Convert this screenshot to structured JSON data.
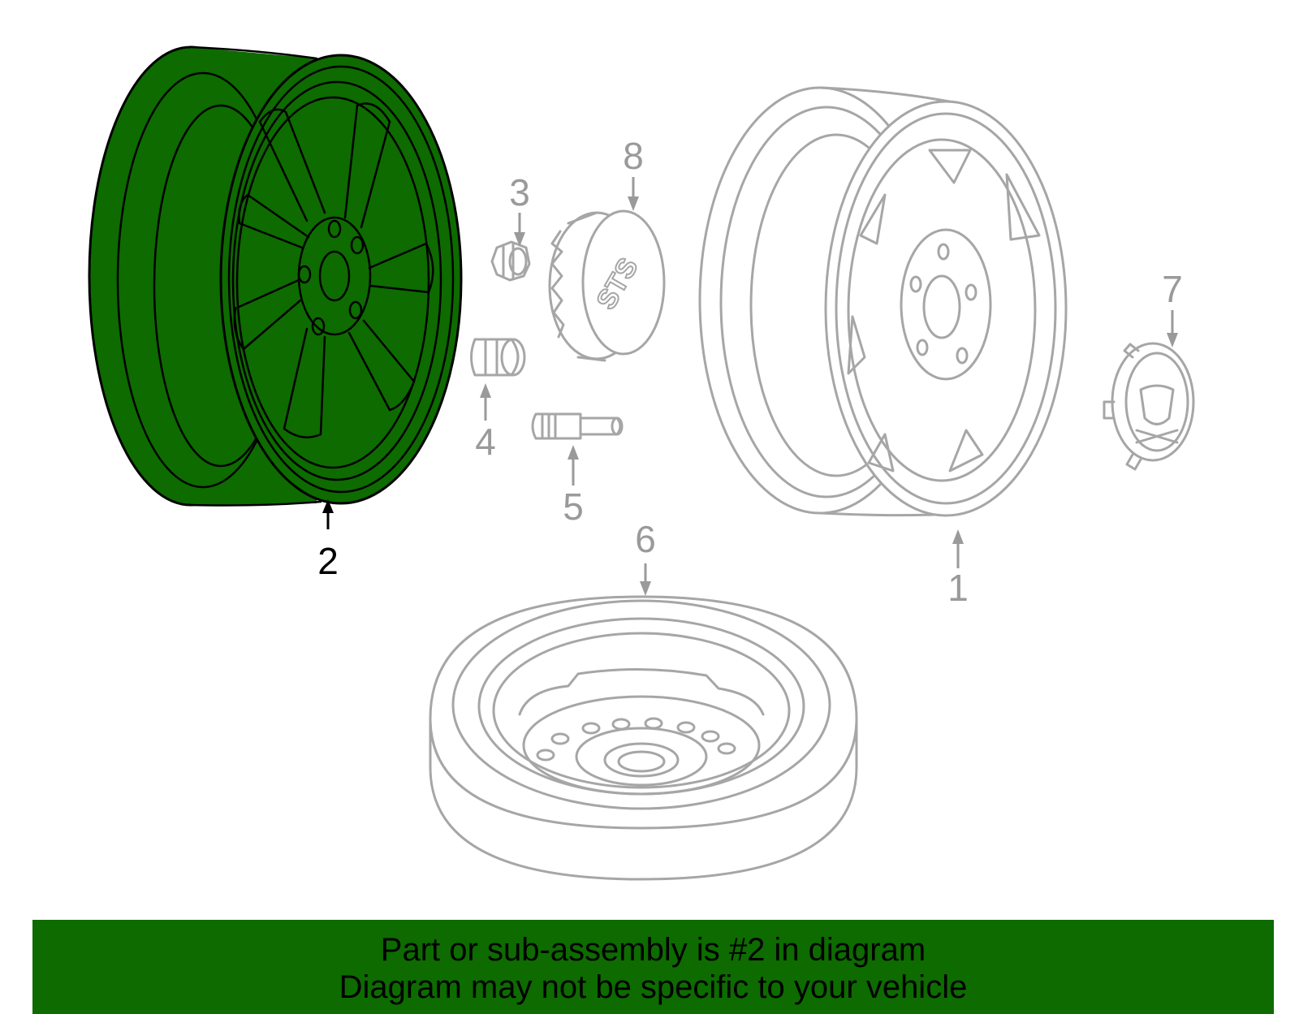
{
  "colors": {
    "highlight_fill": "#0d6b00",
    "banner_bg": "#0d6b00",
    "inactive_line": "#a6a6a6",
    "background": "#ffffff"
  },
  "callouts": [
    {
      "id": "1",
      "label": "1",
      "part": "wheel, alloy (six spoke)",
      "highlighted": false
    },
    {
      "id": "2",
      "label": "2",
      "part": "wheel, alloy (seven spoke)",
      "highlighted": true
    },
    {
      "id": "3",
      "label": "3",
      "part": "lug nut",
      "highlighted": false
    },
    {
      "id": "4",
      "label": "4",
      "part": "lug nut cap",
      "highlighted": false
    },
    {
      "id": "5",
      "label": "5",
      "part": "valve stem",
      "highlighted": false
    },
    {
      "id": "6",
      "label": "6",
      "part": "spare wheel",
      "highlighted": false
    },
    {
      "id": "7",
      "label": "7",
      "part": "center cap (crest)",
      "highlighted": false
    },
    {
      "id": "8",
      "label": "8",
      "part": "center cap (STS)",
      "highlighted": false
    }
  ],
  "cap_emblem_text": "STS",
  "banner": {
    "line1": "Part or sub-assembly is #2 in diagram",
    "line2": "Diagram may not be specific to your vehicle"
  }
}
